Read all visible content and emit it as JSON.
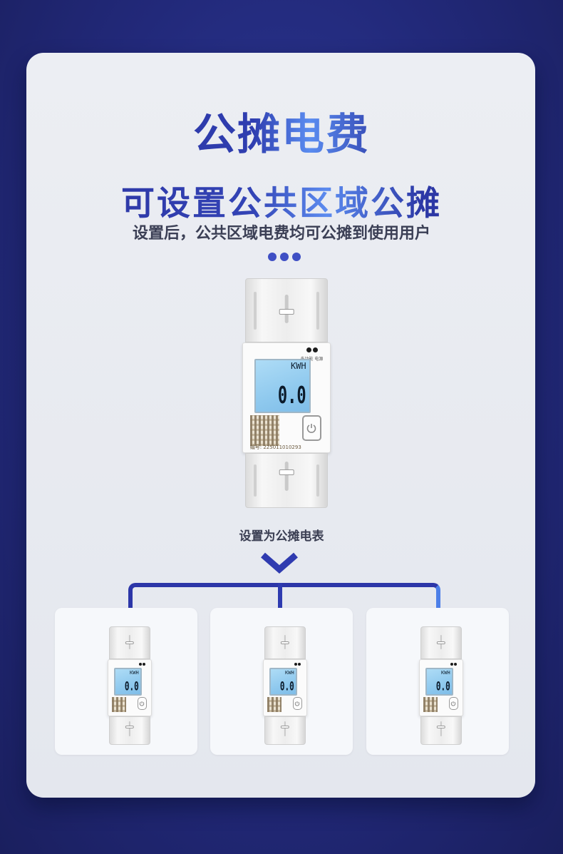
{
  "title": "公摊电费",
  "subtitle": "可设置公共区域公摊",
  "description": "设置后，公共区域电费均可公摊到使用用户",
  "set_label": "设置为公摊电表",
  "meter": {
    "unit": "KWH",
    "reading": "0.0",
    "led_labels": "多功能 电源",
    "serial": "编号: 225011010293"
  },
  "colors": {
    "background": "#22297a",
    "accent": "#2c36a8",
    "title_gradient_highlight": "#5a8cf0"
  }
}
